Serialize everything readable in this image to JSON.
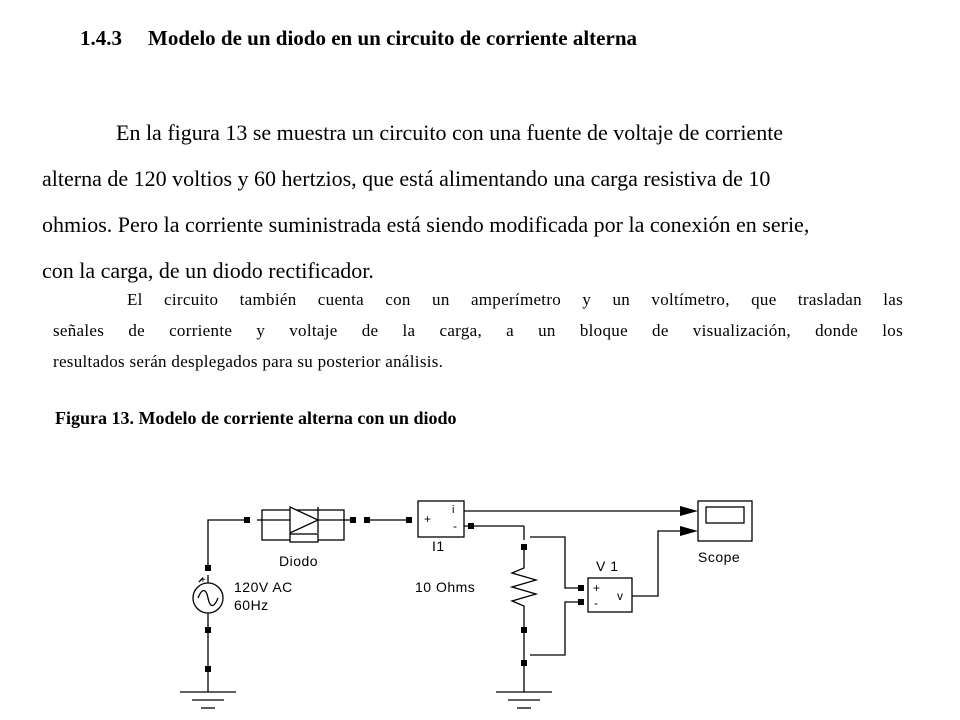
{
  "section": {
    "number": "1.4.3",
    "title": "Modelo de un diodo en un circuito de corriente alterna"
  },
  "paragraph1": {
    "lines": [
      "En la figura 13 se muestra un circuito con una fuente de voltaje de corriente",
      "alterna de 120 voltios y 60 hertzios, que está alimentando una carga resistiva de 10",
      "ohmios. Pero la corriente suministrada está siendo modificada por la conexión en serie,",
      "con la carga, de un diodo rectificador."
    ]
  },
  "paragraph2": {
    "lines": [
      "El circuito también cuenta con un amperímetro y un voltímetro, que trasladan las",
      "señales de corriente y voltaje de la carga, a un bloque de visualización, donde los",
      "resultados serán desplegados para su posterior análisis."
    ]
  },
  "figure": {
    "caption": "Figura 13. Modelo de corriente alterna con un diodo",
    "labels": {
      "diode": "Diodo",
      "source_line1": "120V AC",
      "source_line2": "60Hz",
      "ammeter": "I1",
      "ammeter_out": "i",
      "ammeter_plus": "+",
      "ammeter_minus": "-",
      "resistor": "10 Ohms",
      "voltmeter": "V 1",
      "voltmeter_plus": "+",
      "voltmeter_minus": "-",
      "voltmeter_out": "v",
      "scope": "Scope"
    }
  }
}
